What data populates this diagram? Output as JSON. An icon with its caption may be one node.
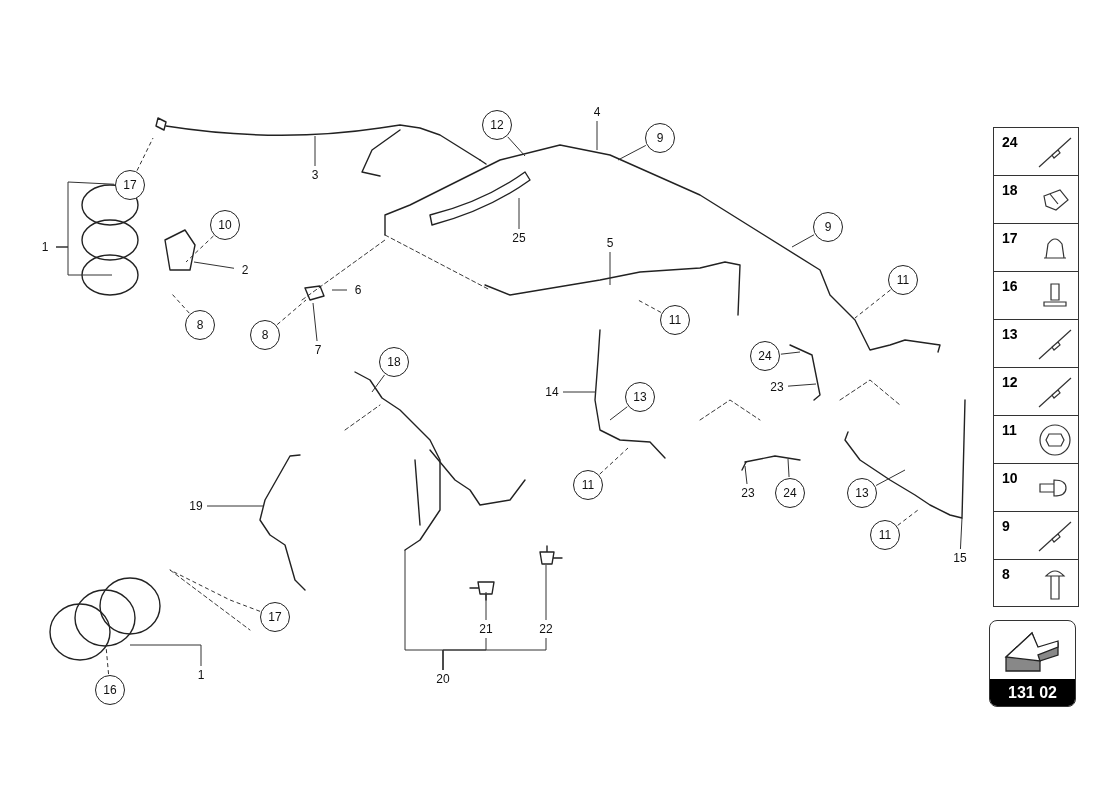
{
  "diagram": {
    "nodes": [
      {
        "text": [
          "1"
        ]
      },
      {
        "text": [
          "17"
        ]
      },
      {
        "text": [
          "3"
        ]
      },
      {
        "text": [
          "10"
        ]
      },
      {
        "text": [
          "2"
        ]
      },
      {
        "text": [
          "8"
        ]
      },
      {
        "text": [
          "6"
        ]
      },
      {
        "text": [
          "8"
        ]
      },
      {
        "text": [
          "7"
        ]
      },
      {
        "text": [
          "12"
        ]
      },
      {
        "text": [
          "4"
        ]
      },
      {
        "text": [
          "9"
        ]
      },
      {
        "text": [
          "25"
        ]
      },
      {
        "text": [
          "5"
        ]
      },
      {
        "text": [
          "11"
        ]
      },
      {
        "text": [
          "9"
        ]
      },
      {
        "text": [
          "11"
        ]
      },
      {
        "text": [
          "18"
        ]
      },
      {
        "text": [
          "14"
        ]
      },
      {
        "text": [
          "13"
        ]
      },
      {
        "text": [
          "24"
        ]
      },
      {
        "text": [
          "23"
        ]
      },
      {
        "text": [
          "11"
        ]
      },
      {
        "text": [
          "23"
        ]
      },
      {
        "text": [
          "24"
        ]
      },
      {
        "text": [
          "19"
        ]
      },
      {
        "text": [
          "13"
        ]
      },
      {
        "text": [
          "11"
        ]
      },
      {
        "text": [
          "15"
        ]
      },
      {
        "text": [
          "17"
        ]
      },
      {
        "text": [
          "1"
        ]
      },
      {
        "text": [
          "16"
        ]
      },
      {
        "text": [
          "21"
        ]
      },
      {
        "text": [
          "22"
        ]
      },
      {
        "text": [
          "20"
        ]
      }
    ],
    "edges": [
      {
        "from": 0,
        "to": 1,
        "arrow": "none"
      },
      {
        "from": 0,
        "to": null,
        "arrow": "none"
      },
      {
        "from": 1,
        "to": null,
        "arrow": "none",
        "style": "dashed"
      },
      {
        "from": 2,
        "to": null,
        "arrow": "none"
      },
      {
        "from": 3,
        "to": null,
        "arrow": "none",
        "style": "dashed"
      },
      {
        "from": 4,
        "to": null,
        "arrow": "none"
      },
      {
        "from": 5,
        "to": null,
        "arrow": "none",
        "style": "dashed"
      },
      {
        "from": 6,
        "to": null,
        "arrow": "none"
      },
      {
        "from": 7,
        "to": null,
        "arrow": "none",
        "style": "dashed"
      },
      {
        "from": 8,
        "to": null,
        "arrow": "none"
      },
      {
        "from": 9,
        "to": null,
        "arrow": "none"
      },
      {
        "from": 10,
        "to": null,
        "arrow": "none"
      },
      {
        "from": 11,
        "to": null,
        "arrow": "none"
      },
      {
        "from": 12,
        "to": null,
        "arrow": "none"
      },
      {
        "from": 13,
        "to": null,
        "arrow": "none"
      },
      {
        "from": 14,
        "to": null,
        "arrow": "none",
        "style": "dashed"
      },
      {
        "from": 15,
        "to": null,
        "arrow": "none"
      },
      {
        "from": 16,
        "to": null,
        "arrow": "none",
        "style": "dashed"
      },
      {
        "from": 17,
        "to": null,
        "arrow": "none"
      },
      {
        "from": 18,
        "to": null,
        "arrow": "none"
      },
      {
        "from": 19,
        "to": null,
        "arrow": "none"
      },
      {
        "from": 20,
        "to": null,
        "arrow": "none"
      },
      {
        "from": 21,
        "to": null,
        "arrow": "none"
      },
      {
        "from": 22,
        "to": null,
        "arrow": "none",
        "style": "dashed"
      },
      {
        "from": 23,
        "to": null,
        "arrow": "none"
      },
      {
        "from": 24,
        "to": null,
        "arrow": "none"
      },
      {
        "from": 25,
        "to": null,
        "arrow": "none"
      },
      {
        "from": 26,
        "to": null,
        "arrow": "none"
      },
      {
        "from": 27,
        "to": null,
        "arrow": "none",
        "style": "dashed"
      },
      {
        "from": 28,
        "to": null,
        "arrow": "none"
      },
      {
        "from": 29,
        "to": null,
        "arrow": "none",
        "style": "dashed"
      },
      {
        "from": 30,
        "to": null,
        "arrow": "none"
      },
      {
        "from": 31,
        "to": null,
        "arrow": "none",
        "style": "dashed"
      },
      {
        "from": 32,
        "to": null,
        "arrow": "none"
      },
      {
        "from": 33,
        "to": null,
        "arrow": "none"
      },
      {
        "from": 34,
        "to": null,
        "arrow": "none"
      },
      {
        "from": 34,
        "to": 32,
        "arrow": "none"
      },
      {
        "from": 34,
        "to": 33,
        "arrow": "none"
      }
    ],
    "labels": [
      "24",
      "18",
      "17",
      "16",
      "13",
      "12",
      "11",
      "10",
      "9",
      "8",
      "131 02"
    ]
  }
}
